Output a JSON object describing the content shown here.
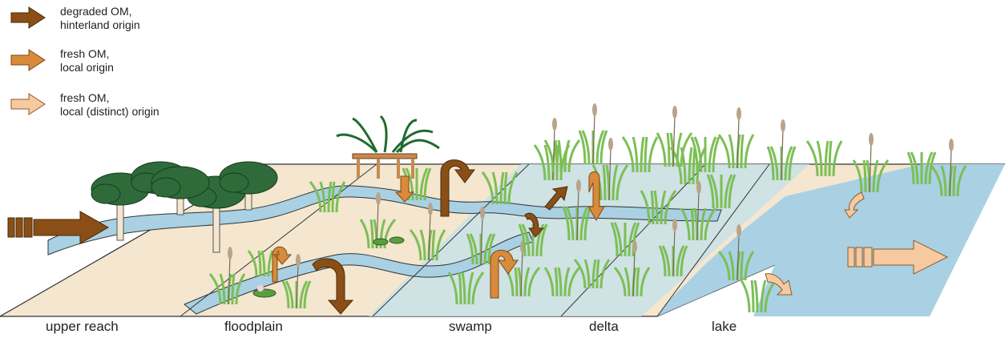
{
  "colors": {
    "degraded": "#8a4f16",
    "fresh": "#d98a3a",
    "fresh_distinct": "#f7c9a0",
    "land": "#f4e6cf",
    "water": "#a9d1e3",
    "swamp": "#c8e0e8",
    "plant": "#7cbf56",
    "tree": "#2f6b3a"
  },
  "legend": [
    {
      "label": "degraded OM,\nhinterland origin",
      "color_key": "degraded"
    },
    {
      "label": "fresh OM,\nlocal origin",
      "color_key": "fresh"
    },
    {
      "label": "fresh OM,\nlocal (distinct) origin",
      "color_key": "fresh_distinct"
    }
  ],
  "zones": [
    {
      "label": "upper reach"
    },
    {
      "label": "floodplain"
    },
    {
      "label": "swamp"
    },
    {
      "label": "delta"
    },
    {
      "label": "lake"
    }
  ]
}
